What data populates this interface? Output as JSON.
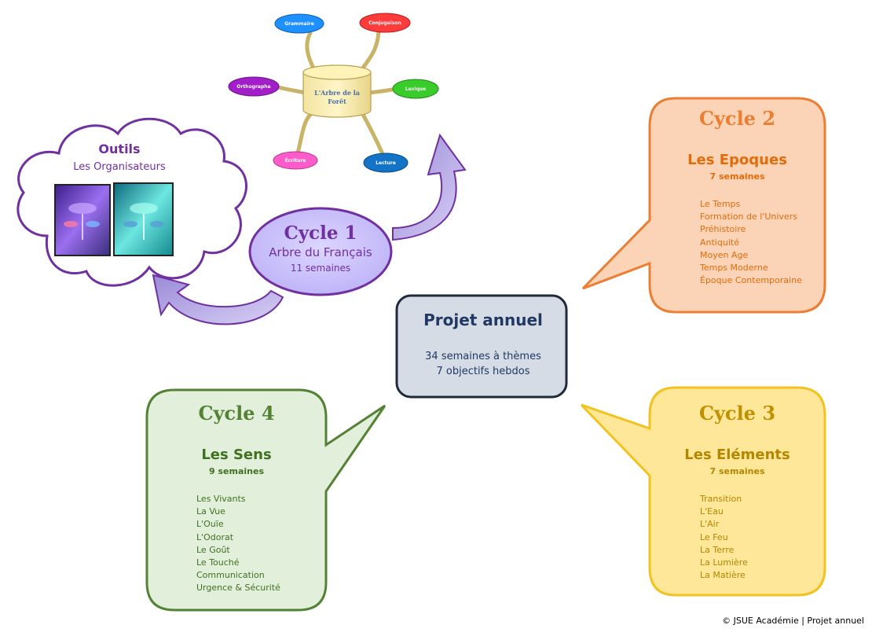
{
  "center": {
    "title": "Projet annuel",
    "line1": "34 semaines à thèmes",
    "line2": "7 objectifs hebdos"
  },
  "cycle1": {
    "title": "Cycle 1",
    "subtitle": "Arbre du Français",
    "weeks": "11 semaines"
  },
  "tree": {
    "trunk_label_1": "L'Arbre de la",
    "trunk_label_2": "Forêt",
    "nodes": [
      "Grammaire",
      "Conjugaison",
      "Orthographe",
      "Lexique",
      "Écriture",
      "Lecture"
    ]
  },
  "outils": {
    "title": "Outils",
    "subtitle": "Les Organisateurs"
  },
  "cycle2": {
    "title": "Cycle 2",
    "theme": "Les Epoques",
    "weeks": "7 semaines",
    "items": [
      "Le Temps",
      "Formation de l'Univers",
      "Préhistoire",
      "Antiquité",
      "Moyen Age",
      "Temps Moderne",
      "Époque Contemporaine"
    ]
  },
  "cycle3": {
    "title": "Cycle 3",
    "theme": "Les Eléments",
    "weeks": "7 semaines",
    "items": [
      "Transition",
      "L'Eau",
      "L'Air",
      "Le Feu",
      "La Terre",
      "La Lumière",
      "La Matière"
    ]
  },
  "cycle4": {
    "title": "Cycle 4",
    "theme": "Les Sens",
    "weeks": "9 semaines",
    "items": [
      "Les Vivants",
      "La Vue",
      "L'Ouïe",
      "L'Odorat",
      "Le Goût",
      "Le Touché",
      "Communication",
      "Urgence & Sécurité"
    ]
  },
  "footer": "© JSUE Académie | Projet annuel",
  "colors": {
    "cycle1": "#7030a0",
    "cycle2": "#ed7d31",
    "cycle3": "#bf9000",
    "cycle4": "#548235",
    "center": "#1f3864"
  }
}
